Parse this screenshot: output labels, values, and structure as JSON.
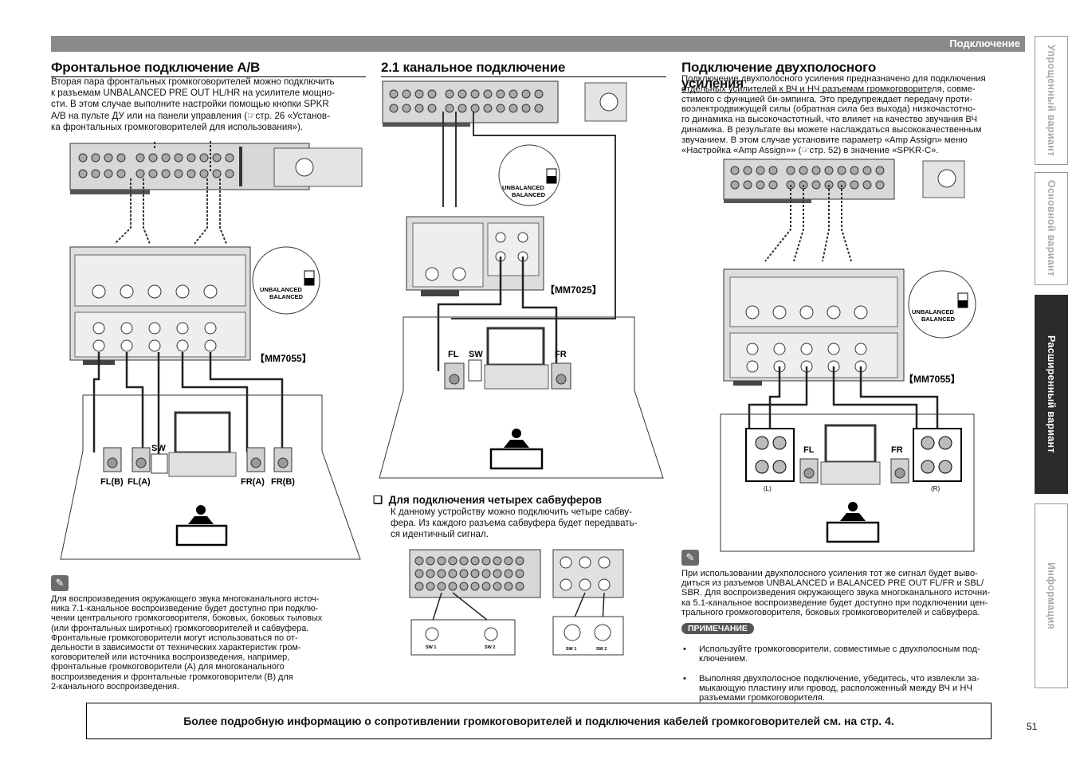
{
  "header": {
    "section": "Подключение"
  },
  "left": {
    "title": "Фронтальное подключение A/B",
    "body": [
      "Вторая пара фронтальных громкоговорителей можно подключить",
      "к разъемам UNBALANCED PRE OUT HL/HR на усилителе мощно-",
      "сти. В этом случае выполните настройки помощью кнопки SPKR",
      "A/B на пульте ДУ или на панели управления (☞стр. 26 «Установ-",
      "ка фронтальных громкоговорителей для использования»)."
    ],
    "diagram": {
      "model": "【MM7055】",
      "switch_unbalanced": "UNBALANCED",
      "switch_balanced": "BALANCED",
      "sw": "SW",
      "speakers": [
        "FL(B)",
        "FL(A)",
        "FR(A)",
        "FR(B)"
      ]
    },
    "note": [
      "Для воспроизведения окружающего звука многоканального источ-",
      "ника 7.1-канальное воспроизведение будет доступно при подклю-",
      "чении центрального громкоговорителя, боковых, боковых тыловых",
      "(или фронтальных широтных) громкоговорителей и сабвуфера.",
      "Фронтальные громкоговорители могут использоваться по от-",
      "дельности в зависимости от технических характеристик гром-",
      "коговорителей или источника воспроизведения, например,",
      "фронтальные громкоговорители (A) для многоканального",
      "воспроизведения и фронтальные громкоговорители (B) для",
      "2-канального воспроизведения."
    ]
  },
  "middle": {
    "title": "2.1 канальное подключение",
    "diagram": {
      "model": "【MM7025】",
      "switch_unbalanced": "UNBALANCED",
      "switch_balanced": "BALANCED",
      "labels": [
        "FL",
        "SW",
        "FR"
      ]
    },
    "sub_title": "Для подключения четырех сабвуферов",
    "sub_body": [
      "К данному устройству можно подключить четыре сабву-",
      "фера. Из каждого разъема сабвуфера будет передавать-",
      "ся идентичный сигнал."
    ],
    "sub_diagram": {
      "jacks": [
        "SW 1",
        "SW 2",
        "SW 1",
        "SW 2"
      ]
    }
  },
  "right": {
    "title": "Подключение двухполосного усиления",
    "body": [
      "Подключение двухполосного усиления предназначено для подключения",
      "отдельных усилителей к ВЧ и НЧ разъемам громкоговорителя, совме-",
      "стимого с функцией би-эмпинга. Это предупреждает передачу проти-",
      "воэлектродвижущей силы (обратная сила без выхода) низкочастотно-",
      "го динамика на высокочастотный, что влияет на качество звучания ВЧ",
      "динамика. В результате вы можете наслаждаться высококачественным",
      "звучанием. В этом случае установите параметр «Amp Assign» меню",
      "«Настройка «Amp Assign»» (☞стр. 52) в значение «SPKR-C»."
    ],
    "diagram": {
      "model": "【MM7055】",
      "switch_unbalanced": "UNBALANCED",
      "switch_balanced": "BALANCED",
      "labels": [
        "FL",
        "FR"
      ],
      "sides": [
        "(L)",
        "(R)"
      ]
    },
    "note": [
      "При использовании двухполосного усиления тот же сигнал будет выво-",
      "диться из разъемов UNBALANCED и BALANCED PRE OUT FL/FR и SBL/",
      "SBR. Для воспроизведения окружающего звука многоканального источни-",
      "ка 5.1-канальное воспроизведение будет доступно при подключении цен-",
      "трального громкоговорителя, боковых громкоговорителей и сабвуфера."
    ],
    "note_label": "ПРИМЕЧАНИЕ",
    "bullets": [
      "Используйте громкоговорители, совместимые с двухполосным под-\nключением.",
      "Выполняя двухполосное подключение, убедитесь, что извлекли за-\nмыкающую пластину или провод, расположенный между ВЧ и НЧ\nразъемами громкоговорителя."
    ]
  },
  "sidetabs": [
    "Упрощенный вариант",
    "Основной вариант",
    "Расширенный вариант",
    "Информация"
  ],
  "footer": "Более подробную информацию о сопротивлении громкоговорителей и подключения кабелей громкоговорителей см. на стр. 4.",
  "page_number": "51"
}
